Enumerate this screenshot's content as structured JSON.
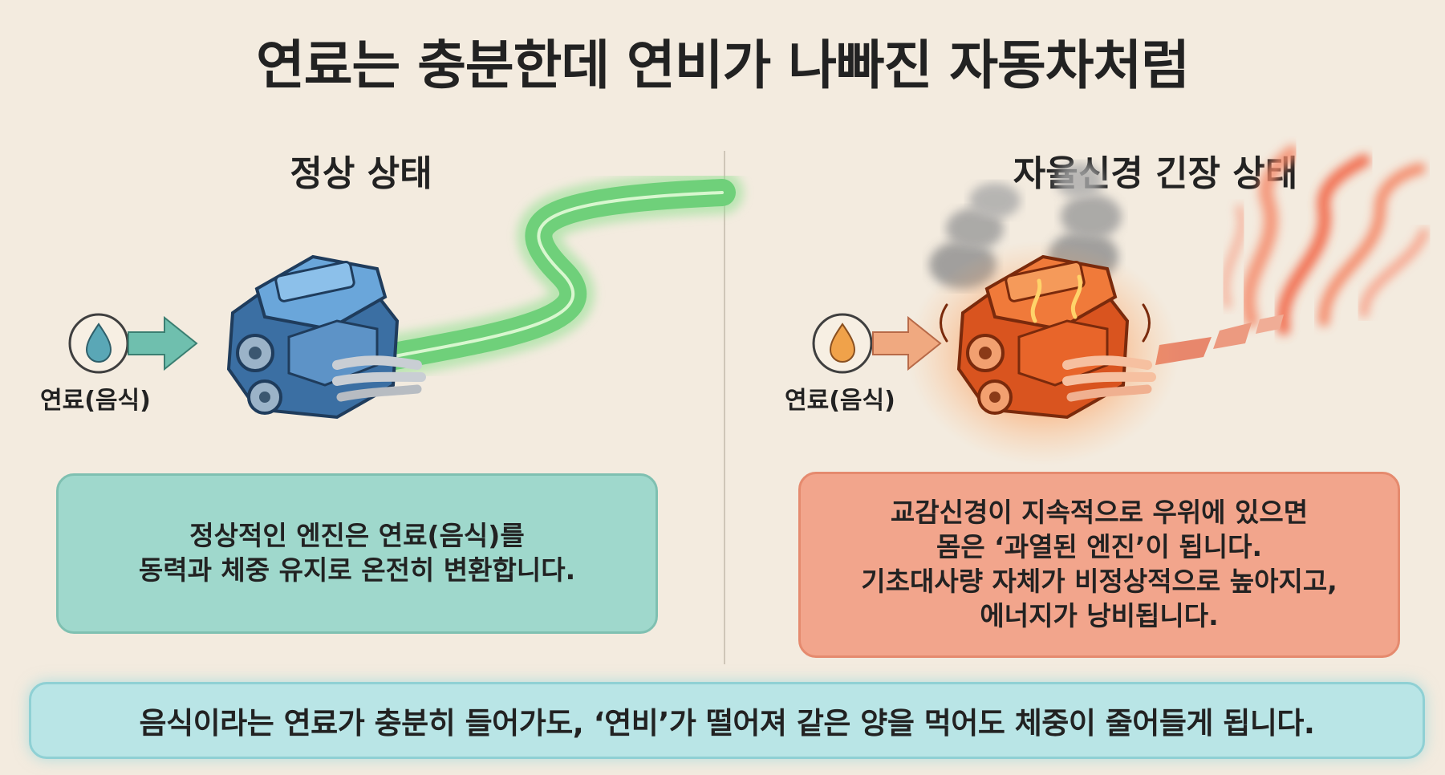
{
  "title": "연료는 충분한데 연비가 나빠진 자동차처럼",
  "normal": {
    "title": "정상 상태",
    "fuel_label": "연료(음식)",
    "description": [
      "정상적인 엔진은 연료(음식)를",
      "동력과 체중 유지로 온전히 변환합니다."
    ]
  },
  "stress": {
    "title": "자율신경 긴장 상태",
    "fuel_label": "연료(음식)",
    "description": [
      "교감신경이 지속적으로 우위에 있으면",
      "몸은 ‘과열된 엔진’이 됩니다.",
      "기초대사량 자체가 비정상적으로 높아지고,",
      "에너지가 낭비됩니다."
    ]
  },
  "summary": "음식이라는 연료가 충분히 들어가도, ‘연비’가 떨어져 같은 양을 먹어도 체중이 줄어들게 됩니다.",
  "colors": {
    "background": "#f3ebdf",
    "normal_box": "#9fd8cc",
    "stress_box": "#f2a58c",
    "engine_normal": "#4f8ec8",
    "engine_stress": "#ee6a33",
    "road": "#6fd07a",
    "smoke": "#8d8d8d",
    "flame": "#f25c3a"
  },
  "icons": {
    "fuel_drop": "fuel-drop-icon",
    "arrow": "arrow-right-icon",
    "engine": "engine-icon"
  }
}
